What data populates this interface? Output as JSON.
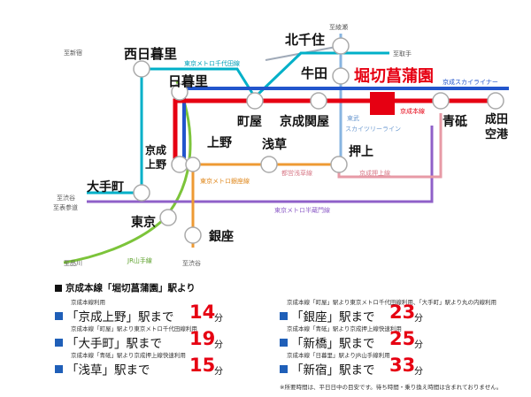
{
  "colors": {
    "keisei_main": "#e60012",
    "skyliner": "#2255cc",
    "chiyoda": "#00b0c8",
    "hibiya": "#a0aab8",
    "ginza": "#ee9a33",
    "asakusa": "#e79aa6",
    "oshiage": "#e79aa6",
    "hanzomon": "#8f60c8",
    "yamanote": "#7cc43a",
    "skytree": "#87b4e0",
    "highlight": "#e60012",
    "bullet": "#1f5fb8"
  },
  "stations": {
    "nishinippori": "西日暮里",
    "kitasenju": "北千住",
    "ushida": "牛田",
    "horikiri": "堀切菖蒲園",
    "nippori": "日暮里",
    "machiya": "町屋",
    "sekiya": "京成関屋",
    "aoto": "青砥",
    "narita": "成田\n空港",
    "keisei_ueno": "京成\n上野",
    "ueno": "上野",
    "asakusa": "浅草",
    "oshiage": "押上",
    "otemachi": "大手町",
    "tokyo": "東京",
    "ginza": "銀座"
  },
  "directions": {
    "shinjuku": "至新宿",
    "kitaayase": "至綾瀬",
    "toride": "至取手",
    "shibuya_top": "至渋谷",
    "omotesando": "至表参道",
    "shinagawa": "至品川",
    "shibuya_bottom": "至渋谷"
  },
  "line_labels": {
    "chiyoda": "東京メトロ千代田線",
    "skyliner": "京成スカイライナー",
    "keisei_main": "京成本線",
    "skytree": "東武\nスカイツリーライン",
    "ginza": "東京メトロ銀座線",
    "asakusa": "都営浅草線",
    "oshiage": "京成押上線",
    "hanzomon": "東京メトロ半蔵門線",
    "yamanote": "JR山手線"
  },
  "legend": {
    "header": "京成本線「堀切菖蒲園」駅より",
    "unit": "分",
    "left": [
      {
        "note": "京成本線利用",
        "label": "「京成上野」駅まで",
        "minutes": "14"
      },
      {
        "note": "京成本線「町屋」駅より東京メトロ千代田線利用",
        "label": "「大手町」駅まで",
        "minutes": "19"
      },
      {
        "note": "京成本線「青砥」駅より京成押上線快速利用",
        "label": "「浅草」駅まで",
        "minutes": "15"
      }
    ],
    "right": [
      {
        "note": "京成本線「町屋」駅より東京メトロ千代田線利用、「大手町」駅より丸の内線利用",
        "label": "「銀座」駅まで",
        "minutes": "23"
      },
      {
        "note": "京成本線「青砥」駅より京成押上線快速利用",
        "label": "「新橋」駅まで",
        "minutes": "25"
      },
      {
        "note": "京成本線「日暮里」駅よりJR山手線利用",
        "label": "「新宿」駅まで",
        "minutes": "33"
      }
    ],
    "footnote": "※所要時間は、平日日中の目安です。待ち時間・乗り換え時間は含まれておりません。"
  }
}
